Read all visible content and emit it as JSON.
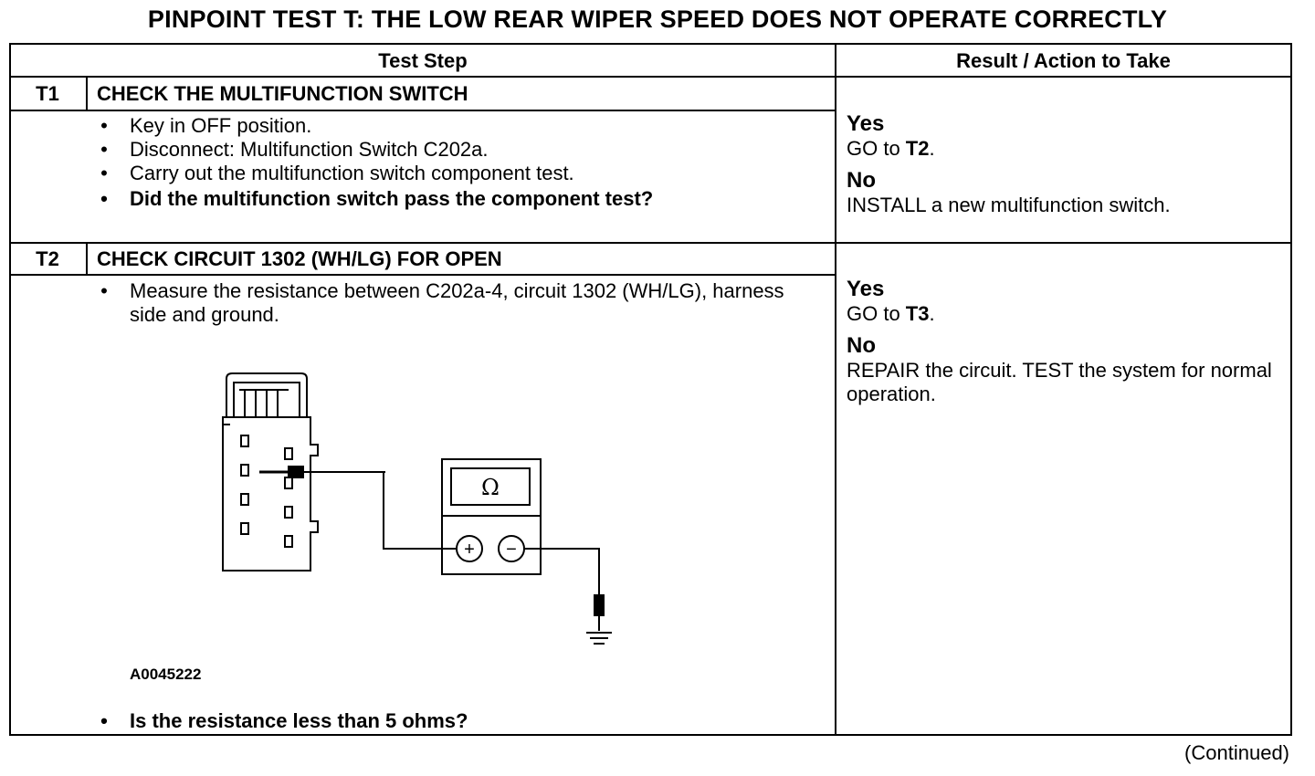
{
  "title": "PINPOINT TEST  T: THE LOW REAR WIPER SPEED DOES NOT OPERATE CORRECTLY",
  "headers": {
    "test_step": "Test Step",
    "result": "Result / Action to Take"
  },
  "steps": [
    {
      "id": "T1",
      "heading": "CHECK THE MULTIFUNCTION SWITCH",
      "bullets": [
        "Key in OFF position.",
        "Disconnect:  Multifunction Switch C202a.",
        "Carry out the multifunction switch component test.",
        "Did the multifunction switch pass the component test?"
      ],
      "yes_label": "Yes",
      "yes_action_prefix": "GO to ",
      "yes_action_target": "T2",
      "yes_action_suffix": ".",
      "no_label": "No",
      "no_action": "INSTALL a new multifunction switch."
    },
    {
      "id": "T2",
      "heading": "CHECK CIRCUIT 1302 (WH/LG) FOR OPEN",
      "bullets": [
        "Measure the resistance between C202a-4, circuit 1302 (WH/LG), harness side and ground.",
        "Is the resistance less than 5 ohms?"
      ],
      "figure_id": "A0045222",
      "meter_symbol": "Ω",
      "plus_symbol": "+",
      "minus_symbol": "−",
      "yes_label": "Yes",
      "yes_action_prefix": "GO to ",
      "yes_action_target": "T3",
      "yes_action_suffix": ".",
      "no_label": "No",
      "no_action": "REPAIR the circuit. TEST the system for normal operation."
    }
  ],
  "bullet_char": "•",
  "continued": "(Continued)"
}
